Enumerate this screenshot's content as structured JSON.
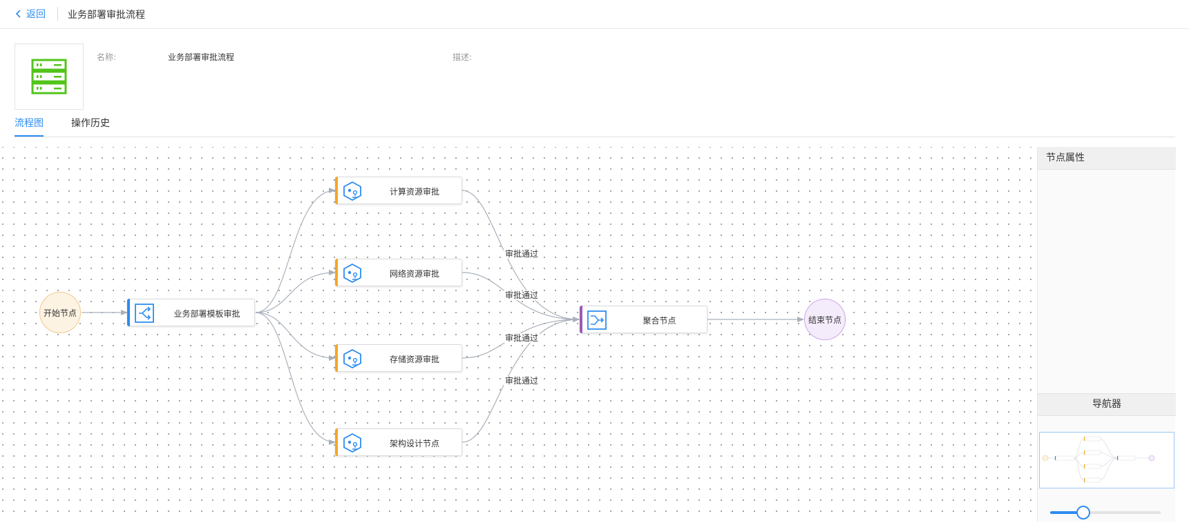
{
  "header": {
    "back_label": "返回",
    "title": "业务部署审批流程"
  },
  "meta": {
    "name_label": "名称:",
    "name_value": "业务部署审批流程",
    "desc_label": "描述:",
    "desc_value": ""
  },
  "tabs": [
    {
      "label": "流程图",
      "active": true
    },
    {
      "label": "操作历史",
      "active": false
    }
  ],
  "flow": {
    "start_node": "开始节点",
    "template_node": "业务部署模板审批",
    "approval_nodes": [
      "计算资源审批",
      "网络资源审批",
      "存储资源审批",
      "架构设计节点"
    ],
    "aggregate_node": "聚合节点",
    "end_node": "结束节点",
    "edge_labels": [
      "审批通过",
      "审批通过",
      "审批通过",
      "审批通过"
    ]
  },
  "panel": {
    "properties_title": "节点属性",
    "navigator_title": "导航器",
    "zoom_fraction": 0.3
  },
  "colors": {
    "accent": "#2d8cf0",
    "approval_bar": "#f5a623",
    "aggregate_bar": "#9b59b6",
    "template_bar": "#2d8cf0",
    "start_fill": "#fdf3e3",
    "start_border": "#f2c98a",
    "end_fill": "#f4ecfb",
    "end_border": "#c9a6e8",
    "icon_green": "#52c41a"
  }
}
